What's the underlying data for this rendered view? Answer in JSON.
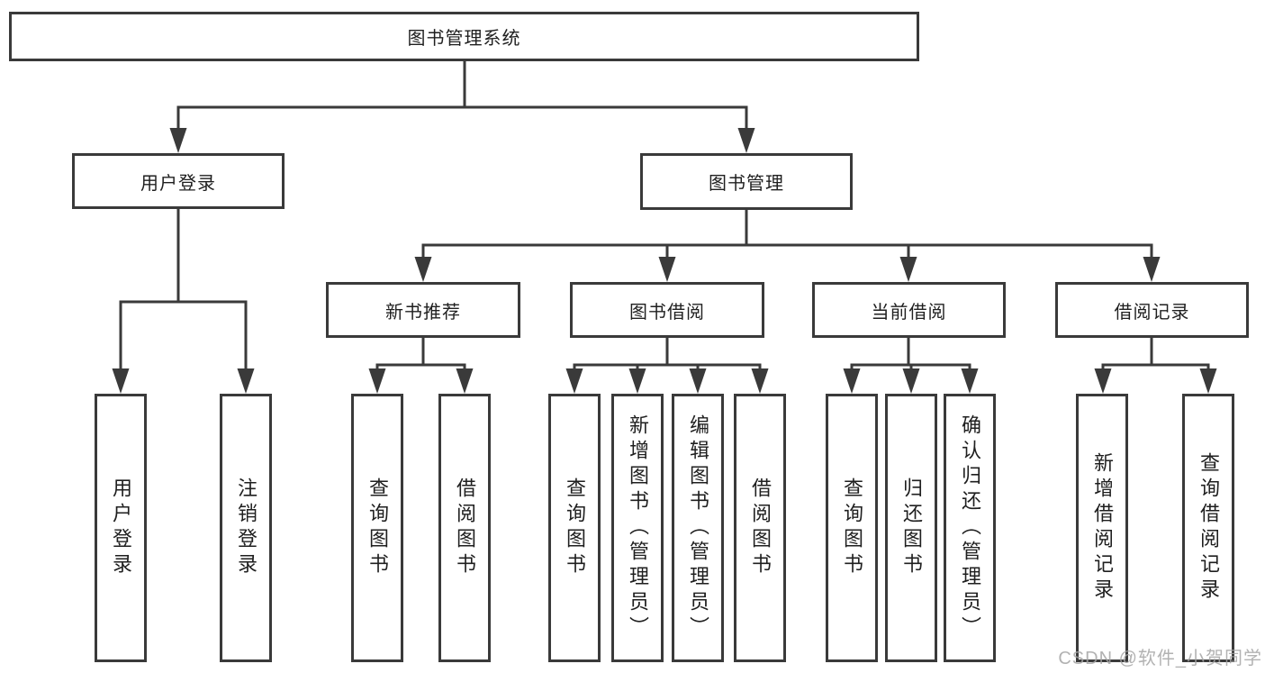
{
  "diagram": {
    "root": {
      "label": "图书管理系统"
    },
    "branches": [
      {
        "label": "用户登录",
        "children": [
          {
            "label": "用户登录"
          },
          {
            "label": "注销登录"
          }
        ]
      },
      {
        "label": "图书管理",
        "groups": [
          {
            "label": "新书推荐",
            "children": [
              {
                "label": "查询图书"
              },
              {
                "label": "借阅图书"
              }
            ]
          },
          {
            "label": "图书借阅",
            "children": [
              {
                "label": "查询图书"
              },
              {
                "label": "新增图书（管理员）"
              },
              {
                "label": "编辑图书（管理员）"
              },
              {
                "label": "借阅图书"
              }
            ]
          },
          {
            "label": "当前借阅",
            "children": [
              {
                "label": "查询图书"
              },
              {
                "label": "归还图书"
              },
              {
                "label": "确认归还（管理员）"
              }
            ]
          },
          {
            "label": "借阅记录",
            "children": [
              {
                "label": "新增借阅记录"
              },
              {
                "label": "查询借阅记录"
              }
            ]
          }
        ]
      }
    ],
    "watermark": "CSDN @软件_小贺同学",
    "colors": {
      "line": "#3a3a3a",
      "box_border": "#3a3a3a",
      "text": "#1f1f1f",
      "watermark": "#a5a5a5",
      "background": "#ffffff"
    }
  }
}
